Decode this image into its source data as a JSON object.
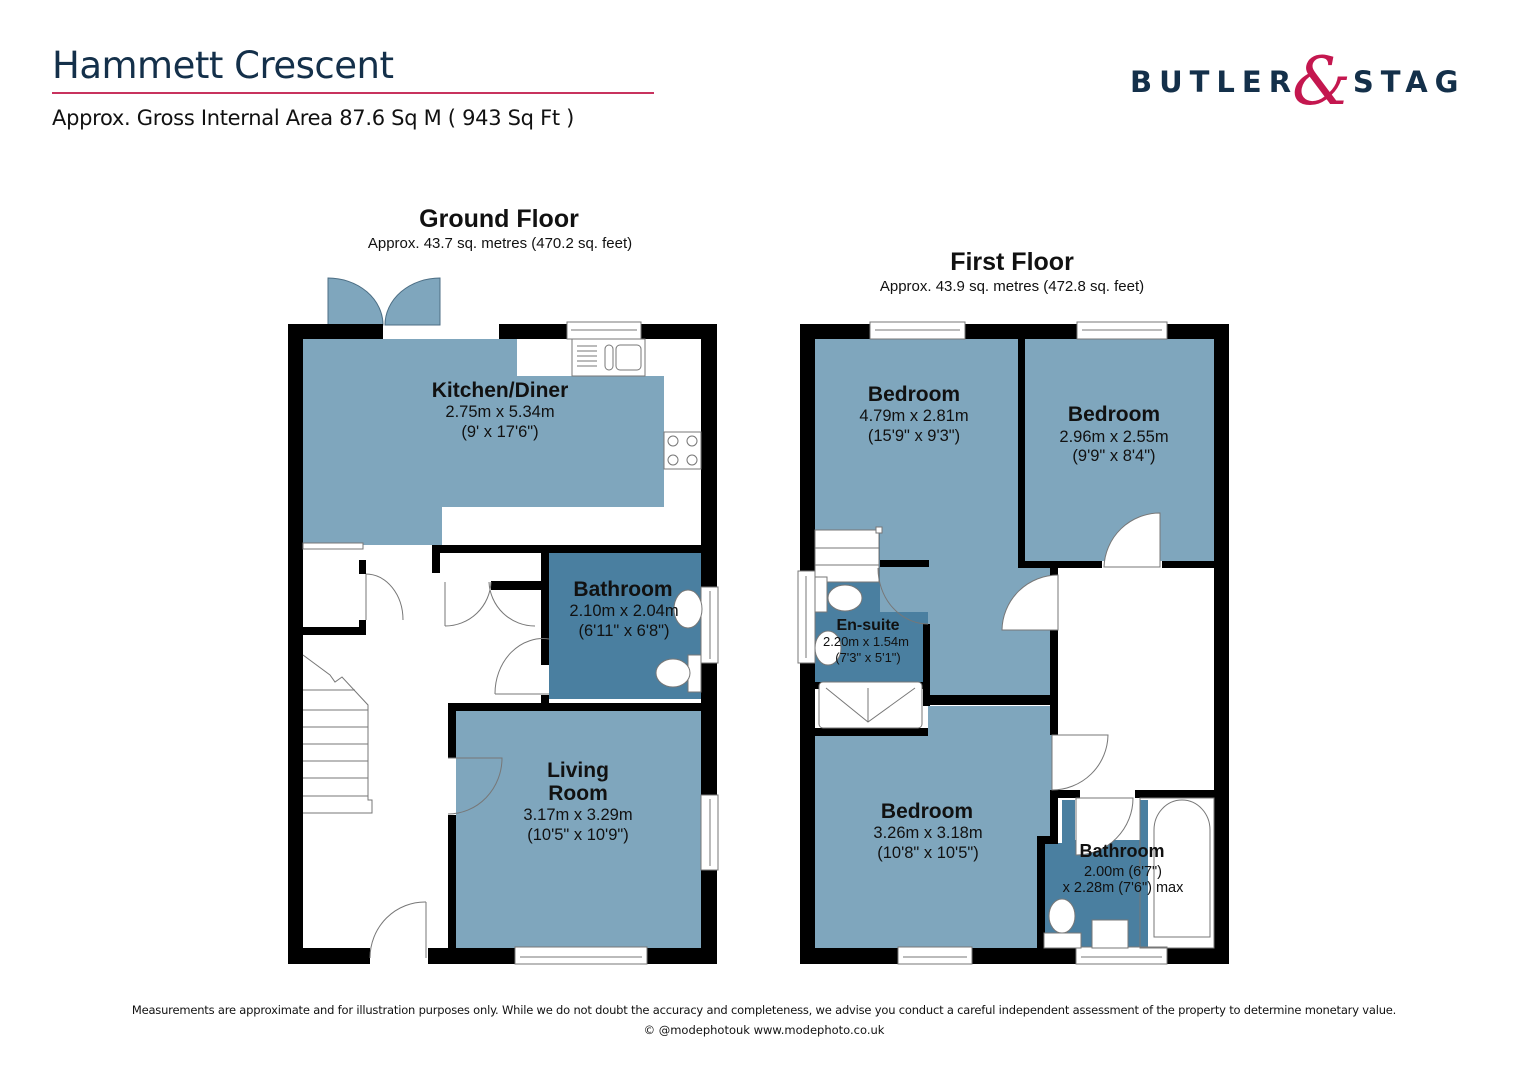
{
  "header": {
    "title": "Hammett Crescent",
    "subtitle": "Approx. Gross Internal Area 87.6 Sq M ( 943 Sq Ft )"
  },
  "logo": {
    "word_left": "BUTLER",
    "ampersand": "&",
    "word_right": "STAG",
    "colors": {
      "text": "#14304a",
      "ampersand": "#c4174f"
    }
  },
  "colors": {
    "room_fill": "#7fa6bd",
    "wet_room_fill": "#4a7fa0",
    "wall": "#000000",
    "title_rule": "#c8325e"
  },
  "ground_floor": {
    "title": "Ground Floor",
    "area": "Approx. 43.7 sq. metres (470.2 sq. feet)",
    "rooms": [
      {
        "name": "Kitchen/Diner",
        "dim_m": "2.75m x 5.34m",
        "dim_ft": "(9' x 17'6\")"
      },
      {
        "name": "Bathroom",
        "dim_m": "2.10m x 2.04m",
        "dim_ft": "(6'11\" x 6'8\")"
      },
      {
        "name_line1": "Living",
        "name_line2": "Room",
        "dim_m": "3.17m x 3.29m",
        "dim_ft": "(10'5\" x 10'9\")"
      }
    ]
  },
  "first_floor": {
    "title": "First Floor",
    "area": "Approx. 43.9 sq. metres (472.8 sq. feet)",
    "rooms": [
      {
        "name": "Bedroom",
        "dim_m": "4.79m x 2.81m",
        "dim_ft": "(15'9\" x 9'3\")"
      },
      {
        "name": "Bedroom",
        "dim_m": "2.96m x 2.55m",
        "dim_ft": "(9'9\" x 8'4\")"
      },
      {
        "name": "En-suite",
        "dim_m": "2.20m x 1.54m",
        "dim_ft": "(7'3\" x 5'1\")"
      },
      {
        "name": "Bedroom",
        "dim_m": "3.26m x 3.18m",
        "dim_ft": "(10'8\" x 10'5\")"
      },
      {
        "name": "Bathroom",
        "dim_line1": "2.00m (6'7\")",
        "dim_line2": "x 2.28m (7'6\") max"
      }
    ]
  },
  "footer": {
    "disclaimer": "Measurements are approximate and for illustration purposes only.  While we do not doubt the accuracy and completeness, we advise you conduct a careful independent assessment of the property to determine monetary value.",
    "credit": "© @modephotouk www.modephoto.co.uk"
  }
}
